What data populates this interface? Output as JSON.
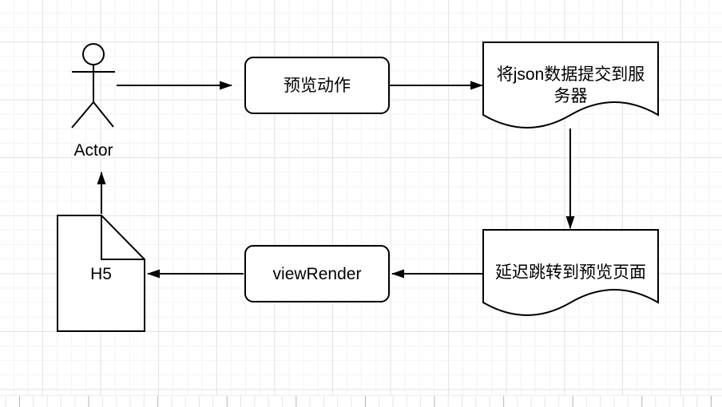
{
  "diagram": {
    "nodes": {
      "actor": {
        "label": "Actor",
        "shape": "stick-figure"
      },
      "preview_action": {
        "label": "预览动作",
        "shape": "rounded-rectangle"
      },
      "submit_json": {
        "label": "将json数据提交到服\n务器",
        "shape": "document"
      },
      "delayed_redirect": {
        "label": "延迟跳转到预览页面",
        "shape": "document"
      },
      "view_render": {
        "label": "viewRender",
        "shape": "rounded-rectangle"
      },
      "h5": {
        "label": "H5",
        "shape": "note"
      }
    },
    "connectors": [
      {
        "from": "actor",
        "to": "preview_action",
        "direction": "right"
      },
      {
        "from": "preview_action",
        "to": "submit_json",
        "direction": "right"
      },
      {
        "from": "submit_json",
        "to": "delayed_redirect",
        "direction": "down"
      },
      {
        "from": "delayed_redirect",
        "to": "view_render",
        "direction": "left"
      },
      {
        "from": "view_render",
        "to": "h5",
        "direction": "left"
      },
      {
        "from": "h5",
        "to": "actor",
        "direction": "up"
      }
    ],
    "colors": {
      "stroke": "#000000",
      "node_fill": "#ffffff",
      "text": "#000000",
      "grid_minor": "#f3f3f3",
      "grid_major": "#e4e4e4",
      "ruler_tick": "#b9b9b9"
    }
  }
}
